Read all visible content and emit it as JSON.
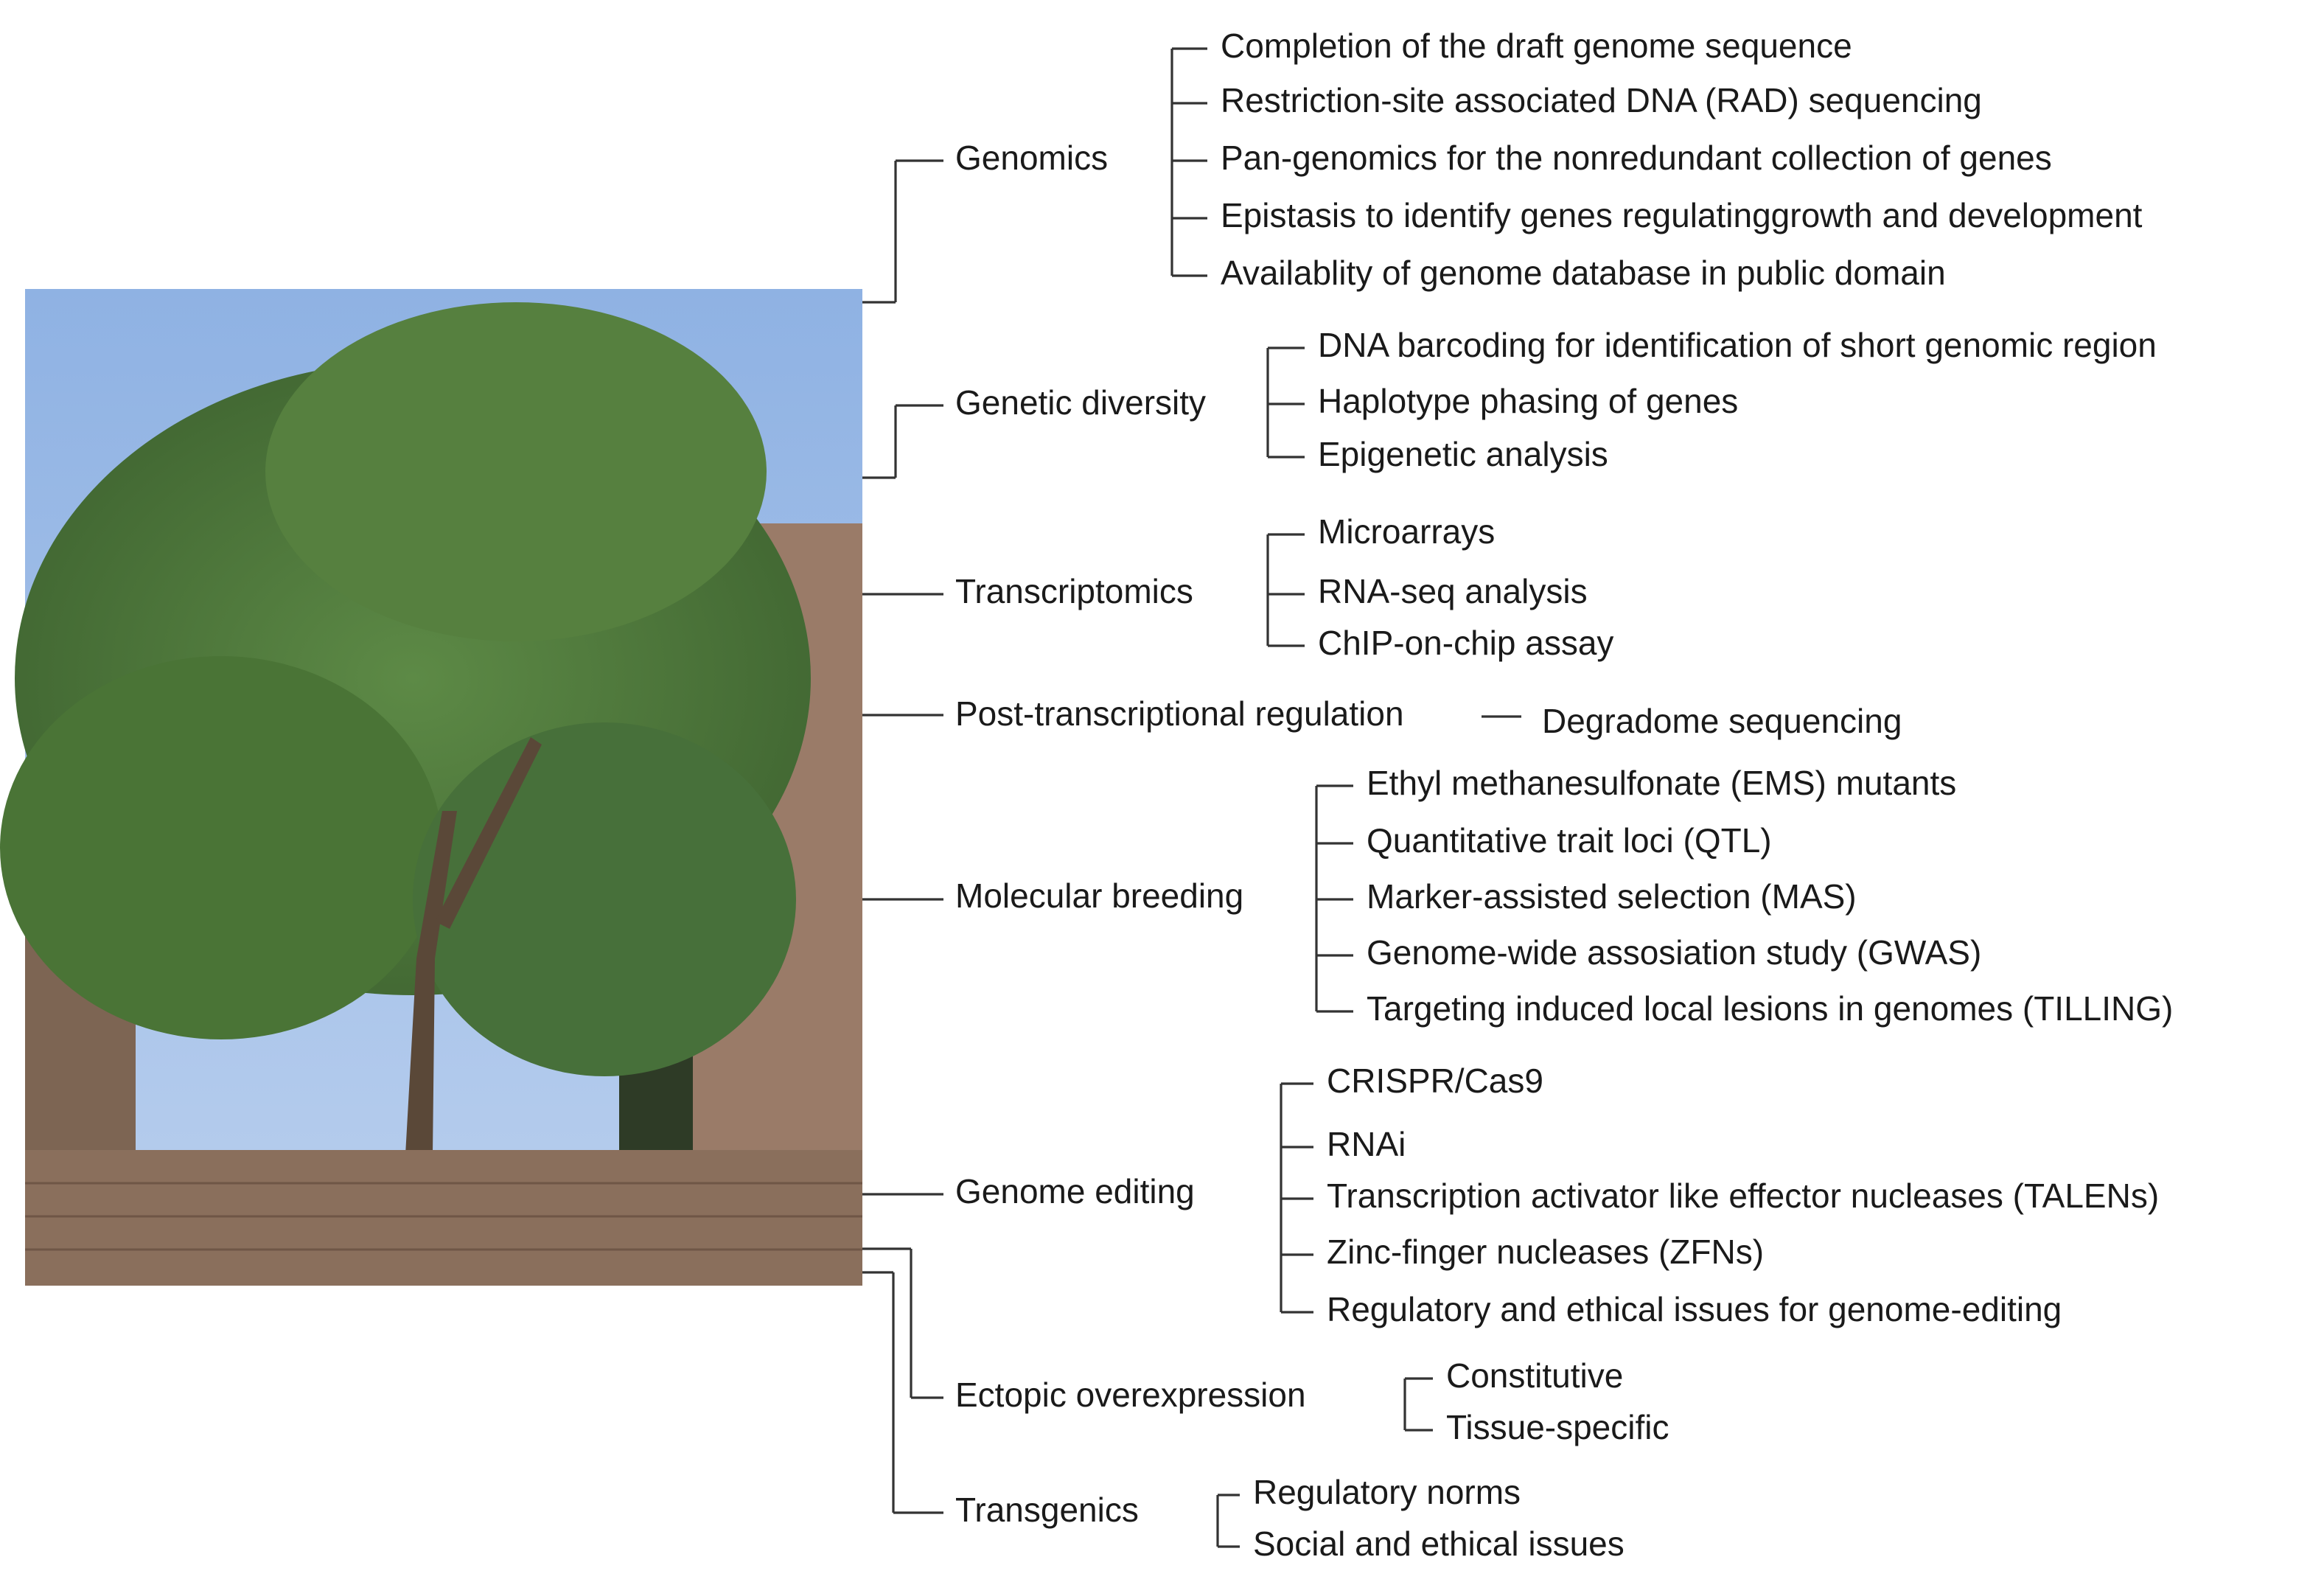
{
  "photo": {
    "description_icon": "tree-photo",
    "colors": {
      "sky": "#9cbbe6",
      "foliage": "#4f7a3a",
      "wall": "#8a6f5c",
      "trunk": "#5c4a3a"
    }
  },
  "categories": [
    {
      "label": "Genomics",
      "items": [
        "Completion of the draft genome sequence",
        "Restriction-site associated DNA (RAD) sequencing",
        "Pan-genomics for the nonredundant collection of genes",
        "Epistasis to identify genes regulatinggrowth and development",
        "Availablity of genome database in public domain"
      ]
    },
    {
      "label": "Genetic diversity",
      "items": [
        "DNA barcoding for identification of short genomic region",
        "Haplotype phasing of genes",
        "Epigenetic analysis"
      ]
    },
    {
      "label": "Transcriptomics",
      "items": [
        "Microarrays",
        "RNA-seq analysis",
        "ChIP-on-chip assay"
      ]
    },
    {
      "label": "Post-transcriptional regulation",
      "items": [
        "Degradome sequencing"
      ]
    },
    {
      "label": "Molecular breeding",
      "items": [
        "Ethyl methanesulfonate (EMS) mutants",
        "Quantitative trait loci (QTL)",
        "Marker-assisted selection (MAS)",
        "Genome-wide assosiation study (GWAS)",
        "Targeting induced local lesions in genomes (TILLING)"
      ]
    },
    {
      "label": "Genome editing",
      "items": [
        "CRISPR/Cas9",
        "RNAi",
        "Transcription activator like effector nucleases (TALENs)",
        "Zinc-finger nucleases (ZFNs)",
        "Regulatory and ethical issues for genome-editing"
      ]
    },
    {
      "label": "Ectopic overexpression",
      "items": [
        "Constitutive",
        "Tissue-specific"
      ]
    },
    {
      "label": "Transgenics",
      "items": [
        "Regulatory norms",
        "Social and ethical issues"
      ]
    }
  ]
}
